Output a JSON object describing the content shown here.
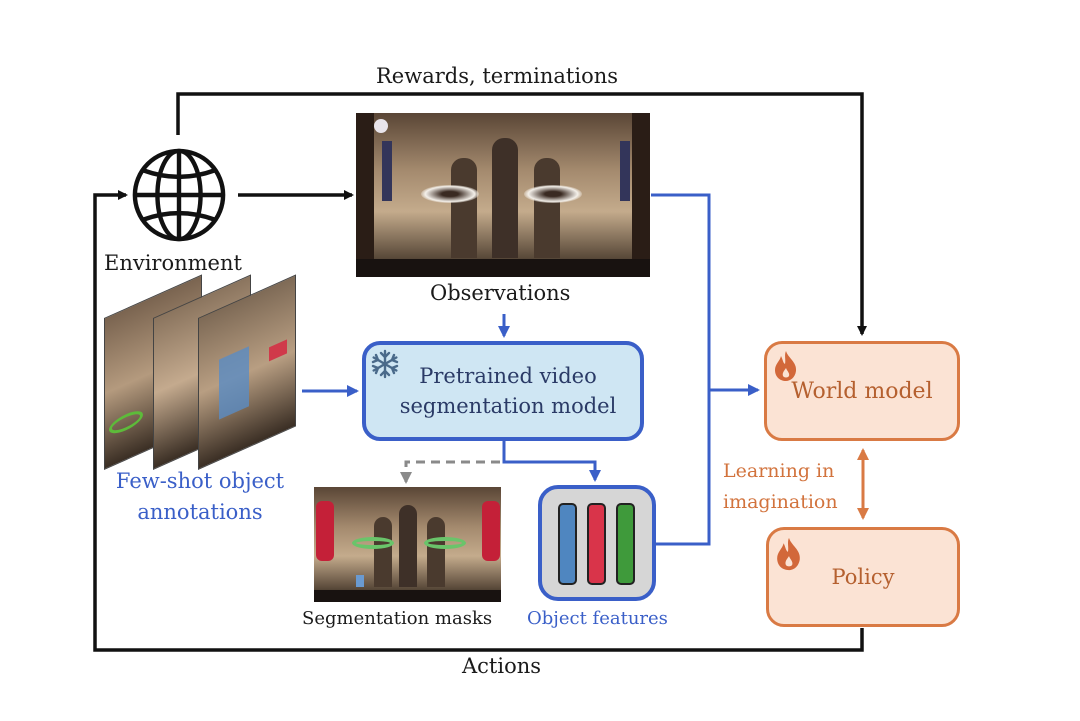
{
  "labels": {
    "rewards": "Rewards, terminations",
    "environment": "Environment",
    "observations": "Observations",
    "pretrained_model": [
      "Pretrained video",
      "segmentation model"
    ],
    "few_shot": [
      "Few-shot object",
      "annotations"
    ],
    "segmentation_masks": "Segmentation masks",
    "object_features": "Object features",
    "world_model": "World model",
    "learning": [
      "Learning in",
      "imagination"
    ],
    "policy": "Policy",
    "actions": "Actions"
  },
  "icons": {
    "environment": "globe-icon",
    "frozen": "snowflake-icon",
    "trainable": "flame-icon"
  },
  "colors": {
    "black": "#1a1a1a",
    "blue": "#3a5fc8",
    "orange": "#d97a44",
    "dashed_gray": "#8a8a8a",
    "feature_blue": "#4f86c0",
    "feature_red": "#d9344a",
    "feature_green": "#3f9a3b"
  }
}
